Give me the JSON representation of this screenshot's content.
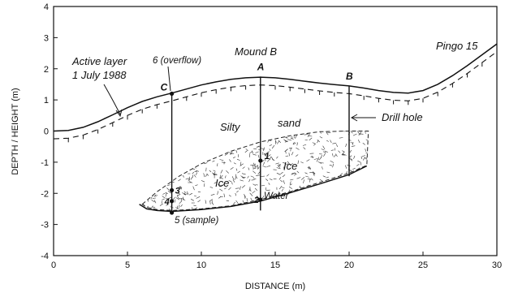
{
  "axes": {
    "xlabel": "DISTANCE (m)",
    "ylabel": "DEPTH / HEIGHT (m)",
    "xlim": [
      0,
      30
    ],
    "ylim": [
      -4,
      4
    ],
    "x_ticks": [
      "0",
      "5",
      "10",
      "15",
      "20",
      "25",
      "30"
    ],
    "y_ticks": [
      "4",
      "3",
      "2",
      "1",
      "0",
      "-1",
      "-2",
      "-3",
      "-4"
    ]
  },
  "labels": {
    "active_layer_1": "Active layer",
    "active_layer_2": "1 July 1988",
    "overflow": "6 (overflow)",
    "mound": "Mound B",
    "pingo": "Pingo 15",
    "drill_hole": "Drill hole",
    "silty": "Silty",
    "sand": "sand",
    "ice_1": "Ice",
    "ice_2": "Ice",
    "water": "Water",
    "sample": "5 (sample)"
  },
  "holes": [
    {
      "name": "C",
      "x": 8.0,
      "top": 1.2,
      "bottom": -2.65
    },
    {
      "name": "A",
      "x": 14.0,
      "top": 1.75,
      "bottom": -2.55
    },
    {
      "name": "B",
      "x": 20.0,
      "top": 1.45,
      "bottom": -1.45
    }
  ],
  "points": [
    {
      "label": "1",
      "x": 14.0,
      "y": -0.95
    },
    {
      "label": "2",
      "x": 14.0,
      "y": -2.2
    },
    {
      "label": "3",
      "x": 8.0,
      "y": -1.9
    },
    {
      "label": "4",
      "x": 8.0,
      "y": -2.25
    },
    {
      "label": "5",
      "x": 8.0,
      "y": -2.62
    },
    {
      "label": "6",
      "x": 8.0,
      "y": 1.2
    }
  ],
  "surface": [
    [
      0,
      0.0
    ],
    [
      1,
      0.02
    ],
    [
      2,
      0.12
    ],
    [
      3,
      0.3
    ],
    [
      4,
      0.52
    ],
    [
      5,
      0.75
    ],
    [
      6,
      0.95
    ],
    [
      7,
      1.1
    ],
    [
      8,
      1.22
    ],
    [
      9,
      1.35
    ],
    [
      10,
      1.48
    ],
    [
      11,
      1.58
    ],
    [
      12,
      1.66
    ],
    [
      13,
      1.71
    ],
    [
      14,
      1.73
    ],
    [
      15,
      1.71
    ],
    [
      16,
      1.66
    ],
    [
      17,
      1.6
    ],
    [
      18,
      1.54
    ],
    [
      19,
      1.49
    ],
    [
      20,
      1.45
    ],
    [
      21,
      1.38
    ],
    [
      22,
      1.3
    ],
    [
      23,
      1.24
    ],
    [
      24,
      1.22
    ],
    [
      25,
      1.3
    ],
    [
      26,
      1.5
    ],
    [
      27,
      1.78
    ],
    [
      28,
      2.1
    ],
    [
      29,
      2.45
    ],
    [
      30,
      2.8
    ]
  ],
  "active_layer": [
    [
      0,
      -0.25
    ],
    [
      1,
      -0.23
    ],
    [
      2,
      -0.13
    ],
    [
      3,
      0.05
    ],
    [
      4,
      0.27
    ],
    [
      5,
      0.5
    ],
    [
      6,
      0.7
    ],
    [
      7,
      0.85
    ],
    [
      8,
      0.97
    ],
    [
      9,
      1.1
    ],
    [
      10,
      1.23
    ],
    [
      11,
      1.33
    ],
    [
      12,
      1.41
    ],
    [
      13,
      1.46
    ],
    [
      14,
      1.48
    ],
    [
      15,
      1.46
    ],
    [
      16,
      1.41
    ],
    [
      17,
      1.35
    ],
    [
      18,
      1.29
    ],
    [
      19,
      1.24
    ],
    [
      20,
      1.2
    ],
    [
      21,
      1.13
    ],
    [
      22,
      1.05
    ],
    [
      23,
      0.99
    ],
    [
      24,
      0.97
    ],
    [
      25,
      1.05
    ],
    [
      26,
      1.25
    ],
    [
      27,
      1.53
    ],
    [
      28,
      1.85
    ],
    [
      29,
      2.2
    ],
    [
      30,
      2.55
    ]
  ],
  "ice_body": [
    [
      6.0,
      -2.35
    ],
    [
      7.0,
      -1.95
    ],
    [
      8.5,
      -1.45
    ],
    [
      10.0,
      -1.05
    ],
    [
      12.0,
      -0.65
    ],
    [
      14.0,
      -0.35
    ],
    [
      16.0,
      -0.15
    ],
    [
      18.0,
      -0.02
    ],
    [
      20.0,
      0.0
    ],
    [
      21.3,
      0.0
    ],
    [
      21.2,
      -1.1
    ],
    [
      20.0,
      -1.35
    ],
    [
      18.0,
      -1.65
    ],
    [
      16.0,
      -1.95
    ],
    [
      14.0,
      -2.2
    ],
    [
      12.0,
      -2.4
    ],
    [
      10.0,
      -2.5
    ],
    [
      8.0,
      -2.55
    ],
    [
      7.0,
      -2.52
    ],
    [
      6.3,
      -2.45
    ]
  ],
  "water_line": [
    [
      5.8,
      -2.35
    ],
    [
      6.3,
      -2.5
    ],
    [
      7.0,
      -2.55
    ],
    [
      8.0,
      -2.58
    ],
    [
      10.0,
      -2.52
    ],
    [
      12.0,
      -2.42
    ],
    [
      14.0,
      -2.25
    ],
    [
      16.0,
      -1.98
    ],
    [
      18.0,
      -1.7
    ],
    [
      20.0,
      -1.4
    ],
    [
      21.2,
      -1.12
    ]
  ]
}
